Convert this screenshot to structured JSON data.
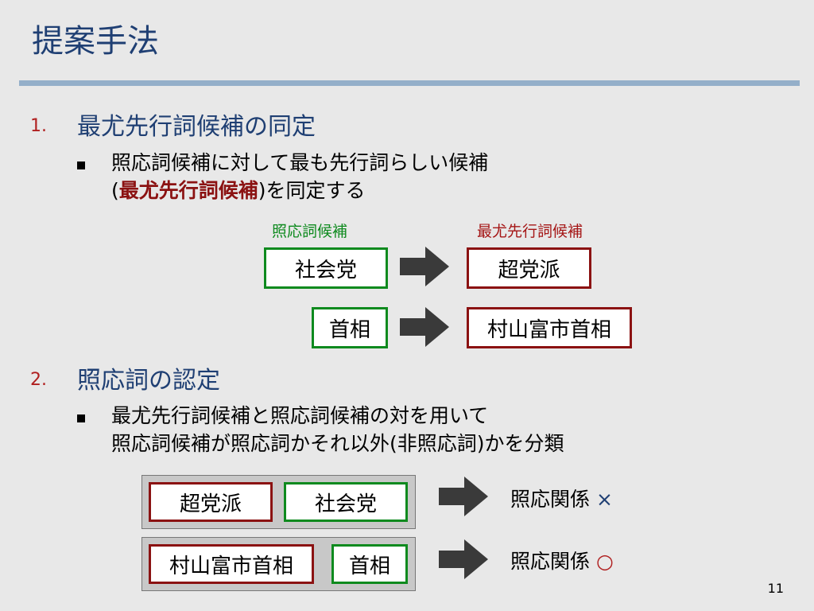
{
  "title": "提案手法",
  "sections": [
    {
      "number": "1.",
      "heading": "最尤先行詞候補の同定",
      "bullet_line1": "照応詞候補に対して最も先行詞らしい候補",
      "bullet_line2_open": "(",
      "bullet_line2_em": "最尤先行詞候補",
      "bullet_line2_rest": ")を同定する"
    },
    {
      "number": "2.",
      "heading": "照応詞の認定",
      "bullet_line1": "最尤先行詞候補と照応詞候補の対を用いて",
      "bullet_line2": "照応詞候補が照応詞かそれ以外(非照応詞)かを分類"
    }
  ],
  "diagram1": {
    "left_label": "照応詞候補",
    "right_label": "最尤先行詞候補",
    "rows": [
      {
        "anaphor": "社会党",
        "antecedent": "超党派"
      },
      {
        "anaphor": "首相",
        "antecedent": "村山富市首相"
      }
    ]
  },
  "diagram2": {
    "rows": [
      {
        "antecedent": "超党派",
        "anaphor": "社会党",
        "result": "照応関係",
        "mark": "×"
      },
      {
        "antecedent": "村山富市首相",
        "anaphor": "首相",
        "result": "照応関係",
        "mark": "○"
      }
    ]
  },
  "page_number": "11",
  "colors": {
    "title": "#1f3f73",
    "anaphor_border": "#0e8a1e",
    "antecedent_border": "#8b1212",
    "arrow": "#3a3a3a"
  }
}
